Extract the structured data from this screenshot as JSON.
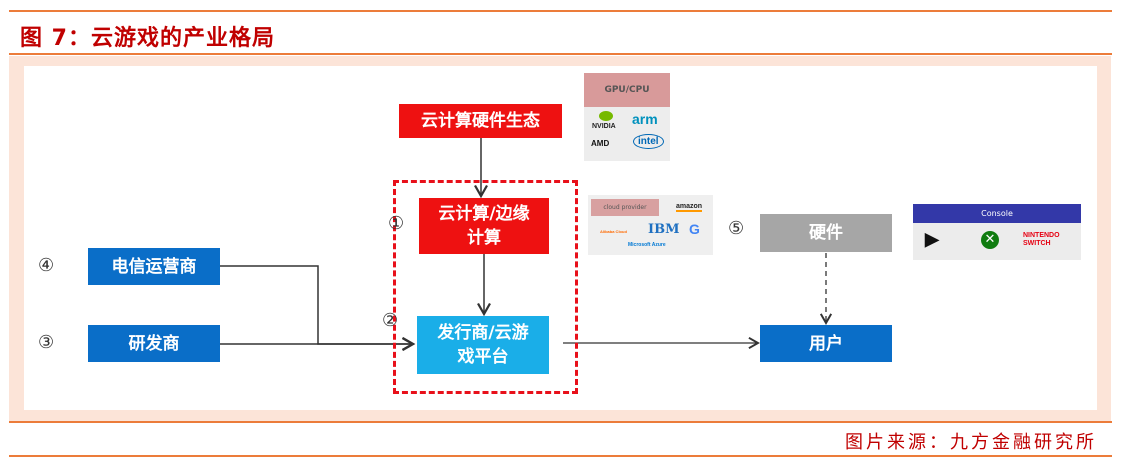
{
  "figure": {
    "title": "图 7：云游戏的产业格局",
    "source": "图片来源：九方金融研究所"
  },
  "nodes": {
    "cloud_hw_ecosystem": "云计算硬件生态",
    "cloud_edge": "云计算/边缘计算",
    "cloud_edge_line1": "云计算/边缘",
    "cloud_edge_line2": "计算",
    "publisher_platform_line1": "发行商/云游",
    "publisher_platform_line2": "戏平台",
    "telecom": "电信运营商",
    "developer": "研发商",
    "hardware": "硬件",
    "user": "用户"
  },
  "markers": {
    "m1": "①",
    "m2": "②",
    "m3": "③",
    "m4": "④",
    "m5": "⑤"
  },
  "logo_cards": {
    "gpu": {
      "header": "GPU/CPU",
      "logos": [
        "NVIDIA",
        "arm",
        "AMD",
        "intel"
      ]
    },
    "cloud": {
      "header": "cloud provider",
      "logos": [
        "amazon",
        "Alibaba Cloud",
        "IBM",
        "G",
        "Microsoft Azure"
      ]
    },
    "console": {
      "header": "Console",
      "logos": [
        "PlayStation",
        "Xbox",
        "NINTENDO SWITCH"
      ]
    }
  },
  "colors": {
    "title_red": "#c00000",
    "rule_orange": "#ec7c3a",
    "panel_pink": "#fce4d8",
    "node_red": "#ee1111",
    "node_blue": "#0a6ec8",
    "node_cyan": "#1aaee8",
    "node_gray": "#a6a6a6",
    "dashed_border": "#e8101a"
  }
}
